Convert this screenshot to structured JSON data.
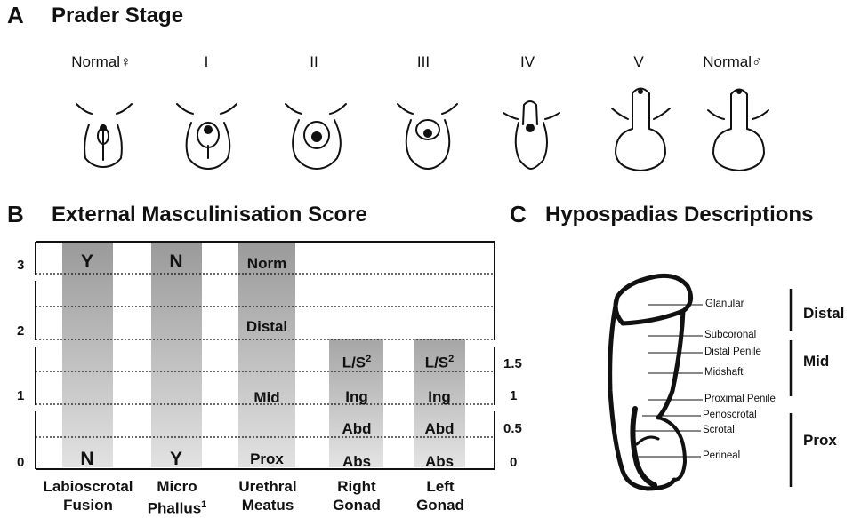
{
  "panel_a": {
    "letter": "A",
    "title": "Prader Stage",
    "stages": [
      {
        "label": "Normal",
        "sym": "♀"
      },
      {
        "label": "I",
        "sym": ""
      },
      {
        "label": "II",
        "sym": ""
      },
      {
        "label": "III",
        "sym": ""
      },
      {
        "label": "IV",
        "sym": ""
      },
      {
        "label": "V",
        "sym": ""
      },
      {
        "label": "Normal",
        "sym": "♂"
      }
    ]
  },
  "panel_b": {
    "letter": "B",
    "title": "External Masculinisation Score",
    "left_ticks": [
      "3",
      "2",
      "1",
      "0"
    ],
    "right_ticks": [
      "1.5",
      "1",
      "0.5",
      "0"
    ],
    "columns": [
      {
        "line1": "Labioscrotal",
        "line2": "Fusion",
        "sup": "",
        "top": "Y",
        "bottom": "N"
      },
      {
        "line1": "Micro",
        "line2": "Phallus",
        "sup": "1",
        "top": "N",
        "bottom": "Y"
      },
      {
        "line1": "Urethral",
        "line2": "Meatus",
        "sup": "",
        "levels": [
          "Norm",
          "Distal",
          "Mid",
          "Prox"
        ]
      },
      {
        "line1": "Right",
        "line2": "Gonad",
        "sup": "",
        "levels": [
          "L/S",
          "Ing",
          "Abd",
          "Abs"
        ],
        "level_sup": "2"
      },
      {
        "line1": "Left",
        "line2": "Gonad",
        "sup": "",
        "levels": [
          "L/S",
          "Ing",
          "Abd",
          "Abs"
        ],
        "level_sup": "2"
      }
    ]
  },
  "panel_c": {
    "letter": "C",
    "title": "Hypospadias Descriptions",
    "labels": [
      "Glanular",
      "Subcoronal",
      "Distal Penile",
      "Midshaft",
      "Proximal Penile",
      "Penoscrotal",
      "Scrotal",
      "Perineal"
    ],
    "groups": [
      "Distal",
      "Mid",
      "Prox"
    ]
  }
}
